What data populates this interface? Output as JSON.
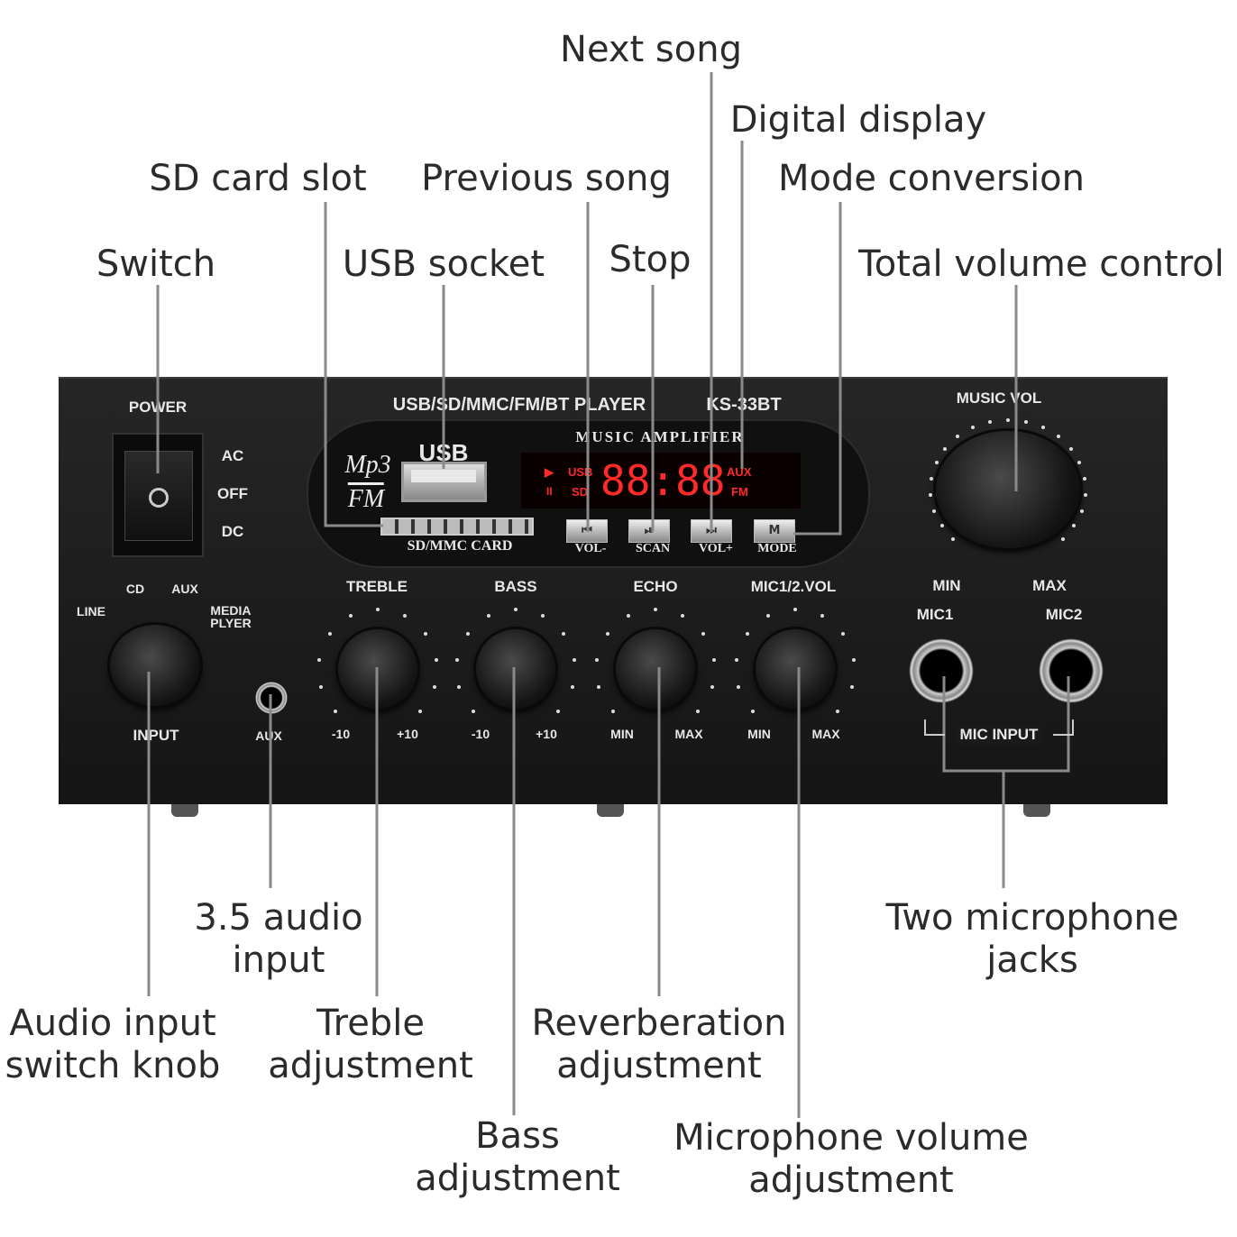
{
  "callouts": {
    "next_song": "Next song",
    "digital_display": "Digital display",
    "sd_card_slot": "SD card slot",
    "previous_song": "Previous song",
    "mode_conversion": "Mode conversion",
    "switch": "Switch",
    "usb_socket": "USB socket",
    "stop": "Stop",
    "total_volume": "Total volume control",
    "audio_35_l1": "3.5 audio",
    "audio_35_l2": "input",
    "input_knob_l1": "Audio input",
    "input_knob_l2": "switch knob",
    "treble_l1": "Treble",
    "treble_l2": "adjustment",
    "reverb_l1": "Reverberation",
    "reverb_l2": "adjustment",
    "bass_l1": "Bass",
    "bass_l2": "adjustment",
    "mic_vol_l1": "Microphone volume",
    "mic_vol_l2": "adjustment",
    "mic_jacks_l1": "Two microphone",
    "mic_jacks_l2": "jacks"
  },
  "panel": {
    "power": "POWER",
    "ac": "AC",
    "off": "OFF",
    "dc": "DC",
    "cd": "CD",
    "aux_sel": "AUX",
    "line": "LINE",
    "media_l1": "MEDIA",
    "media_l2": "PLYER",
    "input": "INPUT",
    "aux_jack": "AUX",
    "player_title": "USB/SD/MMC/FM/BT PLAYER",
    "model": "KS-33BT",
    "amp_title": "MUSIC AMPLIFIER",
    "usb": "USB",
    "mp3": "Mp3",
    "fm_logo": "FM",
    "sd_card": "SD/MMC CARD",
    "display": {
      "digits": "88:88",
      "usb": "USB",
      "sd": "SD",
      "aux": "AUX",
      "fm": "FM",
      "play": "▶",
      "pause": "II"
    },
    "buttons": [
      {
        "icon": "⏮",
        "label": "VOL-"
      },
      {
        "icon": "⏯",
        "label": "SCAN"
      },
      {
        "icon": "⏭",
        "label": "VOL+"
      },
      {
        "icon": "M",
        "label": "MODE"
      }
    ],
    "treble": "TREBLE",
    "bass": "BASS",
    "echo": "ECHO",
    "mic_vol": "MIC1/2.VOL",
    "minus10": "-10",
    "plus10": "+10",
    "min": "MIN",
    "max": "MAX",
    "music_vol": "MUSIC VOL",
    "mic1": "MIC1",
    "mic2": "MIC2",
    "mic_input": "MIC INPUT"
  },
  "colors": {
    "panel": "#1c1c1c",
    "display_red": "#ff2a2a",
    "leader_line": "#8a8a8a"
  }
}
